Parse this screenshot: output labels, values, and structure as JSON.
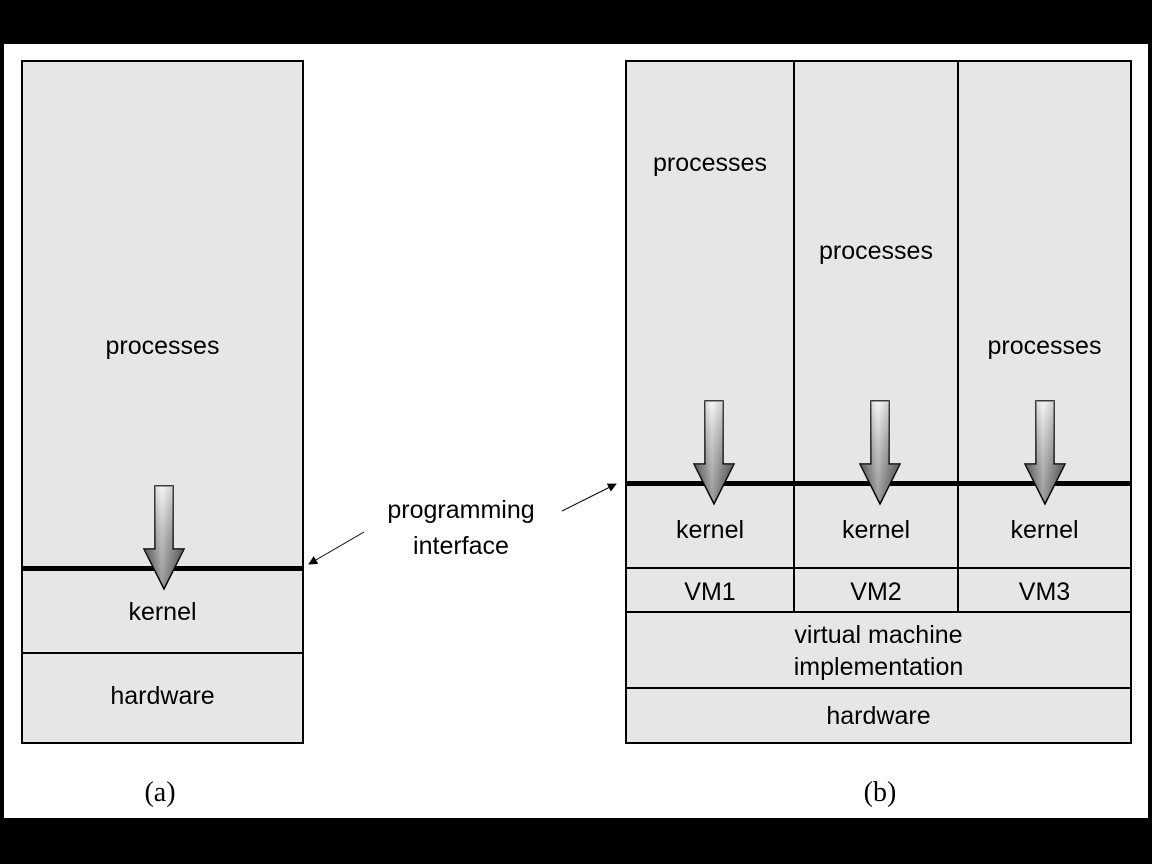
{
  "diagram_a": {
    "processes_label": "processes",
    "kernel_label": "kernel",
    "hardware_label": "hardware",
    "caption": "(a)"
  },
  "programming_interface": {
    "line1": "programming",
    "line2": "interface"
  },
  "diagram_b": {
    "vms": [
      {
        "processes_label": "processes",
        "kernel_label": "kernel",
        "vm_label": "VM1"
      },
      {
        "processes_label": "processes",
        "kernel_label": "kernel",
        "vm_label": "VM2"
      },
      {
        "processes_label": "processes",
        "kernel_label": "kernel",
        "vm_label": "VM3"
      }
    ],
    "vm_implementation_line1": "virtual machine",
    "vm_implementation_line2": "implementation",
    "hardware_label": "hardware",
    "caption": "(b)"
  },
  "colors": {
    "background": "#000000",
    "slide": "#ffffff",
    "box_fill": "#e6e6e6",
    "stroke": "#000000"
  }
}
